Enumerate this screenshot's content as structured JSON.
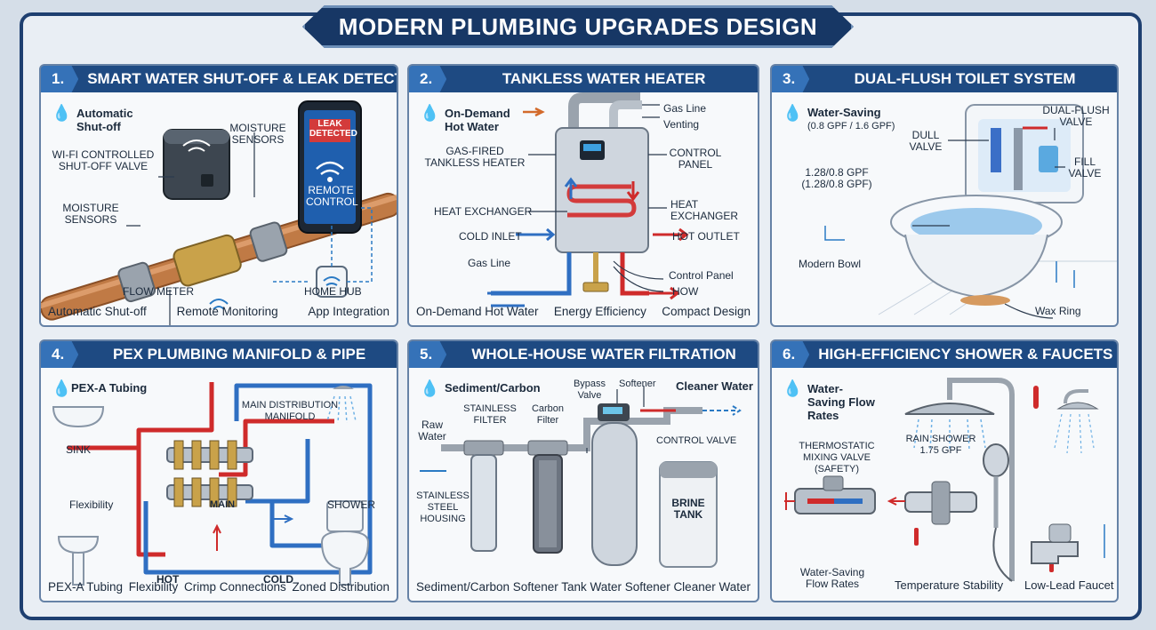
{
  "title": "MODERN PLUMBING UPGRADES DESIGN",
  "panels": [
    {
      "num": "1.",
      "title": "SMART WATER SHUT-OFF & LEAK DETECTION",
      "labels": {
        "heading": "Automatic Shut-off",
        "wifi_valve": "WI-FI CONTROLLED SHUT-OFF VALVE",
        "moisture_top": "MOISTURE SENSORS",
        "moisture_left": "MOISTURE SENSORS",
        "leak": "LEAK DETECTED",
        "remote": "REMOTE CONTROL",
        "flow_meter": "FLOW METER",
        "home_hub": "HOME HUB"
      },
      "footer": [
        "Automatic Shut-off",
        "Remote Monitoring",
        "App Integration"
      ]
    },
    {
      "num": "2.",
      "title": "TANKLESS WATER HEATER",
      "labels": {
        "heading": "On-Demand Hot Water",
        "gas_line_top": "Gas Line",
        "venting": "Venting",
        "gas_fired": "GAS-FIRED TANKLESS HEATER",
        "control_panel_top": "CONTROL PANEL",
        "heat_exchanger_left": "HEAT EXCHANGER",
        "heat_exchanger_right": "HEAT EXCHANGER",
        "cold_inlet": "COLD INLET",
        "hot_outlet": "HOT OUTLET",
        "gas_line": "Gas Line",
        "control_panel": "Control Panel",
        "how": "HOW"
      },
      "footer": [
        "On-Demand Hot Water",
        "Energy Efficiency",
        "Compact Design"
      ]
    },
    {
      "num": "3.",
      "title": "DUAL-FLUSH TOILET SYSTEM",
      "labels": {
        "heading": "Water-Saving",
        "gpf": "(0.8 GPF / 1.6 GPF)",
        "dull_valve": "DULL VALVE",
        "dual_flush_valve": "DUAL-FLUSH VALVE",
        "fill_valve": "FILL VALVE",
        "gpf2": "1.28/0.8 GPF (1.28/0.8 GPF)",
        "modern_bowl": "Modern Bowl",
        "wax_ring": "Wax Ring"
      },
      "footer": []
    },
    {
      "num": "4.",
      "title": "PEX PLUMBING MANIFOLD & PIPE",
      "labels": {
        "heading": "PEX-A Tubing",
        "main_dist": "MAIN DISTRIBUTION MANIFOLD",
        "sink": "SINK",
        "flexibility": "Flexibility",
        "main": "MAIN",
        "shower": "SHOWER",
        "hot": "HOT",
        "cold": "COLD"
      },
      "footer": [
        "PEX-A Tubing",
        "Flexibility",
        "Crimp Connections",
        "Zoned Distribution"
      ]
    },
    {
      "num": "5.",
      "title": "WHOLE-HOUSE WATER FILTRATION",
      "labels": {
        "heading": "Sediment/Carbon",
        "bypass": "Bypass Valve",
        "softener": "Softener",
        "cleaner": "Cleaner Water",
        "raw_water": "Raw Water",
        "stainless_filter": "STAINLESS FILTER",
        "carbon_filter": "Carbon Filter",
        "control_valve": "CONTROL VALVE",
        "housing": "STAINLESS STEEL HOUSING",
        "brine": "BRINE TANK"
      },
      "footer": [
        "Sediment/Carbon",
        "Softener Tank",
        "Water Softener",
        "Cleaner Water"
      ]
    },
    {
      "num": "6.",
      "title": "HIGH-EFFICIENCY SHOWER & FAUCETS",
      "labels": {
        "heading": "Water-Saving Flow Rates",
        "rain_shower": "RAIN SHOWER 1.75 GPF",
        "thermostatic": "THERMOSTATIC MIXING VALVE (SAFETY)",
        "flow_rates": "Water-Saving Flow Rates",
        "temp_stability": "Temperature Stability",
        "low_lead": "Low-Lead Faucet"
      },
      "footer": []
    }
  ],
  "colors": {
    "navy": "#1e4a82",
    "hot": "#cf2b2b",
    "cold": "#2f6fc2",
    "copper": "#c07a45",
    "brass": "#c9a24a"
  }
}
